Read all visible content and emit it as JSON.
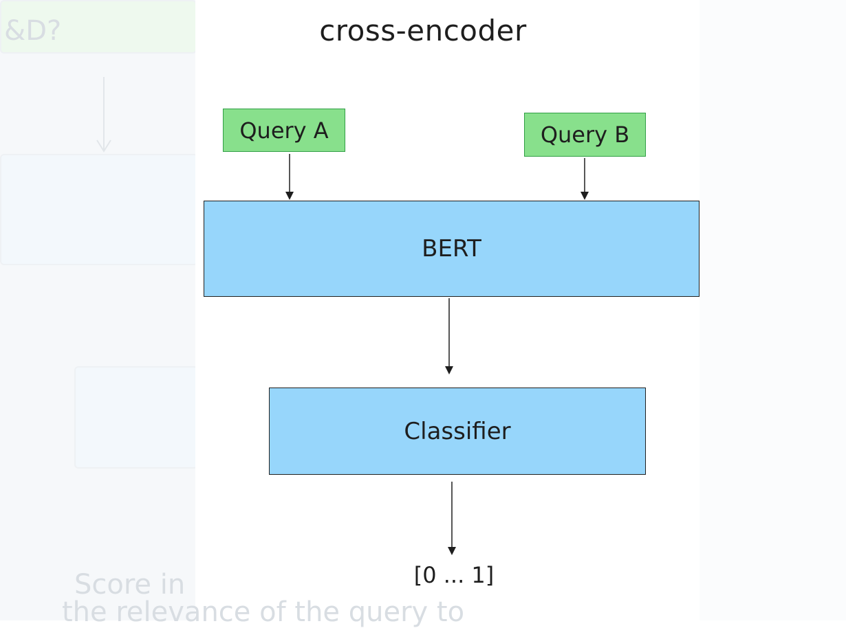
{
  "title": "cross-encoder",
  "nodes": {
    "query_a": "Query A",
    "query_b": "Query B",
    "bert": "BERT",
    "classifier": "Classifier",
    "output": "[0 ... 1]"
  },
  "background": {
    "left_top_text": "&D?",
    "left_bottom_text": "Score in",
    "bottom_text": "the relevance of the query to"
  },
  "colors": {
    "query_fill": "#88e08c",
    "block_fill": "#97d6fb",
    "stroke": "#1e1e1e"
  }
}
